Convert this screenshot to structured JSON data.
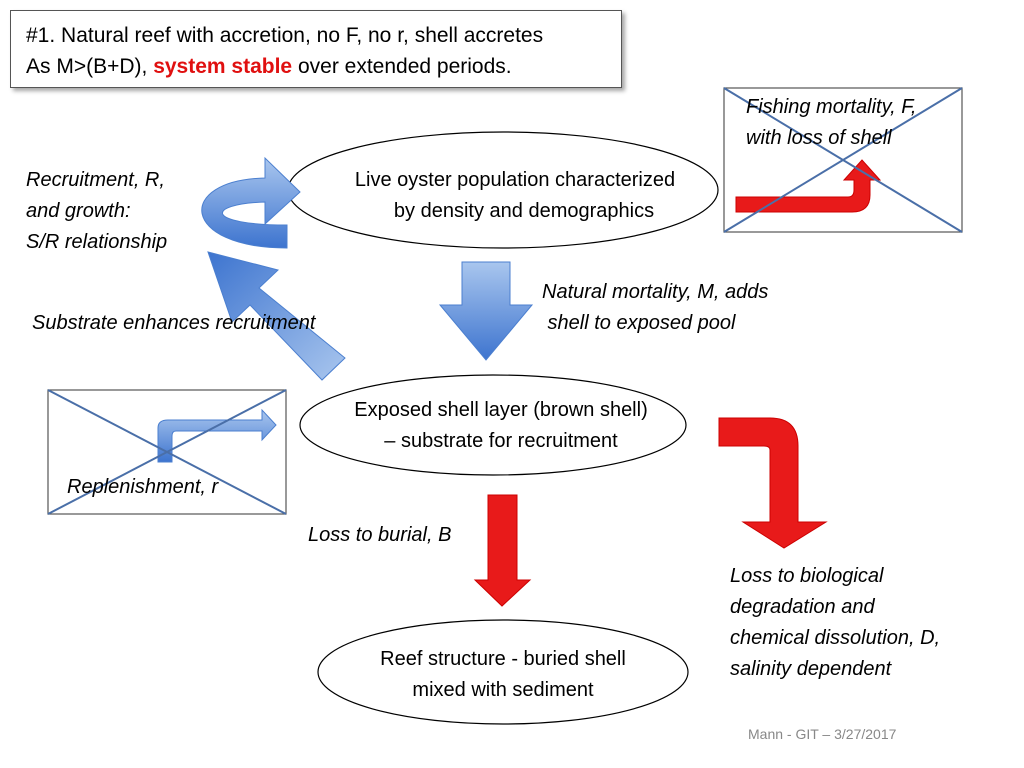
{
  "title": {
    "line1": "#1. Natural reef with accretion, no F, no r, shell accretes",
    "line2_prefix": "As M>(B+D), ",
    "line2_emphasis": "system stable",
    "line2_suffix": " over extended periods."
  },
  "nodes": {
    "live_oyster": {
      "line1": "Live oyster population characterized",
      "line2": "by density and demographics"
    },
    "exposed_shell": {
      "line1": "Exposed shell layer (brown shell)",
      "line2": "– substrate for recruitment"
    },
    "reef_structure": {
      "line1": "Reef structure - buried shell",
      "line2": "mixed with sediment"
    }
  },
  "labels": {
    "recruitment": [
      "Recruitment, R,",
      "and growth:",
      "S/R relationship"
    ],
    "substrate": "Substrate enhances recruitment",
    "natural_mortality": [
      "Natural mortality, M, adds",
      " shell to exposed pool"
    ],
    "fishing": [
      "Fishing mortality, F,",
      "with loss of shell"
    ],
    "replenishment": "Replenishment, r",
    "burial": "Loss to burial, B",
    "degradation": [
      "Loss to biological",
      "degradation and",
      "chemical dissolution, D,",
      "salinity dependent"
    ]
  },
  "footer": "Mann - GIT – 3/27/2017",
  "colors": {
    "blue_arrow": "#5b8ed6",
    "red_arrow": "#e81a1a",
    "title_emphasis": "#e01010"
  }
}
